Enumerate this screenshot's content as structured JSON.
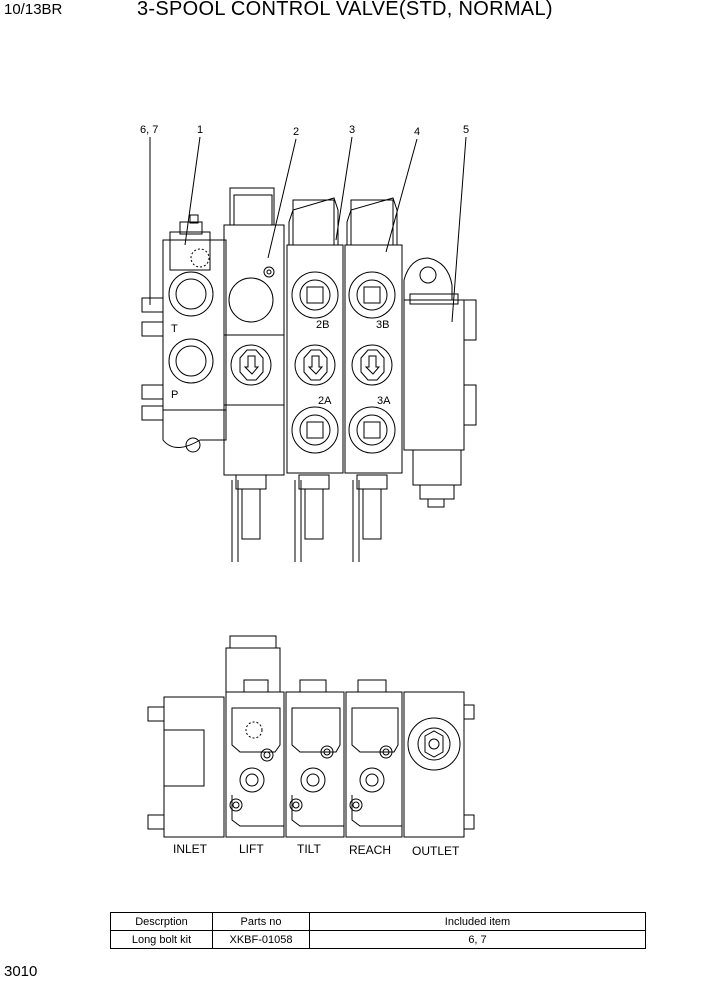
{
  "header": {
    "model": "10/13BR",
    "title": "3-SPOOL CONTROL VALVE(STD, NORMAL)"
  },
  "callouts": [
    "6, 7",
    "1",
    "2",
    "3",
    "4",
    "5"
  ],
  "ports": [
    "T",
    "P",
    "2B",
    "3B",
    "2A",
    "3A"
  ],
  "sections": [
    "INLET",
    "LIFT",
    "TILT",
    "REACH",
    "OUTLET"
  ],
  "parts_table": {
    "headers": [
      "Descrption",
      "Parts no",
      "Included item"
    ],
    "rows": [
      [
        "Long bolt kit",
        "XKBF-01058",
        "6, 7"
      ]
    ]
  },
  "footer": {
    "page_number": "3010"
  }
}
